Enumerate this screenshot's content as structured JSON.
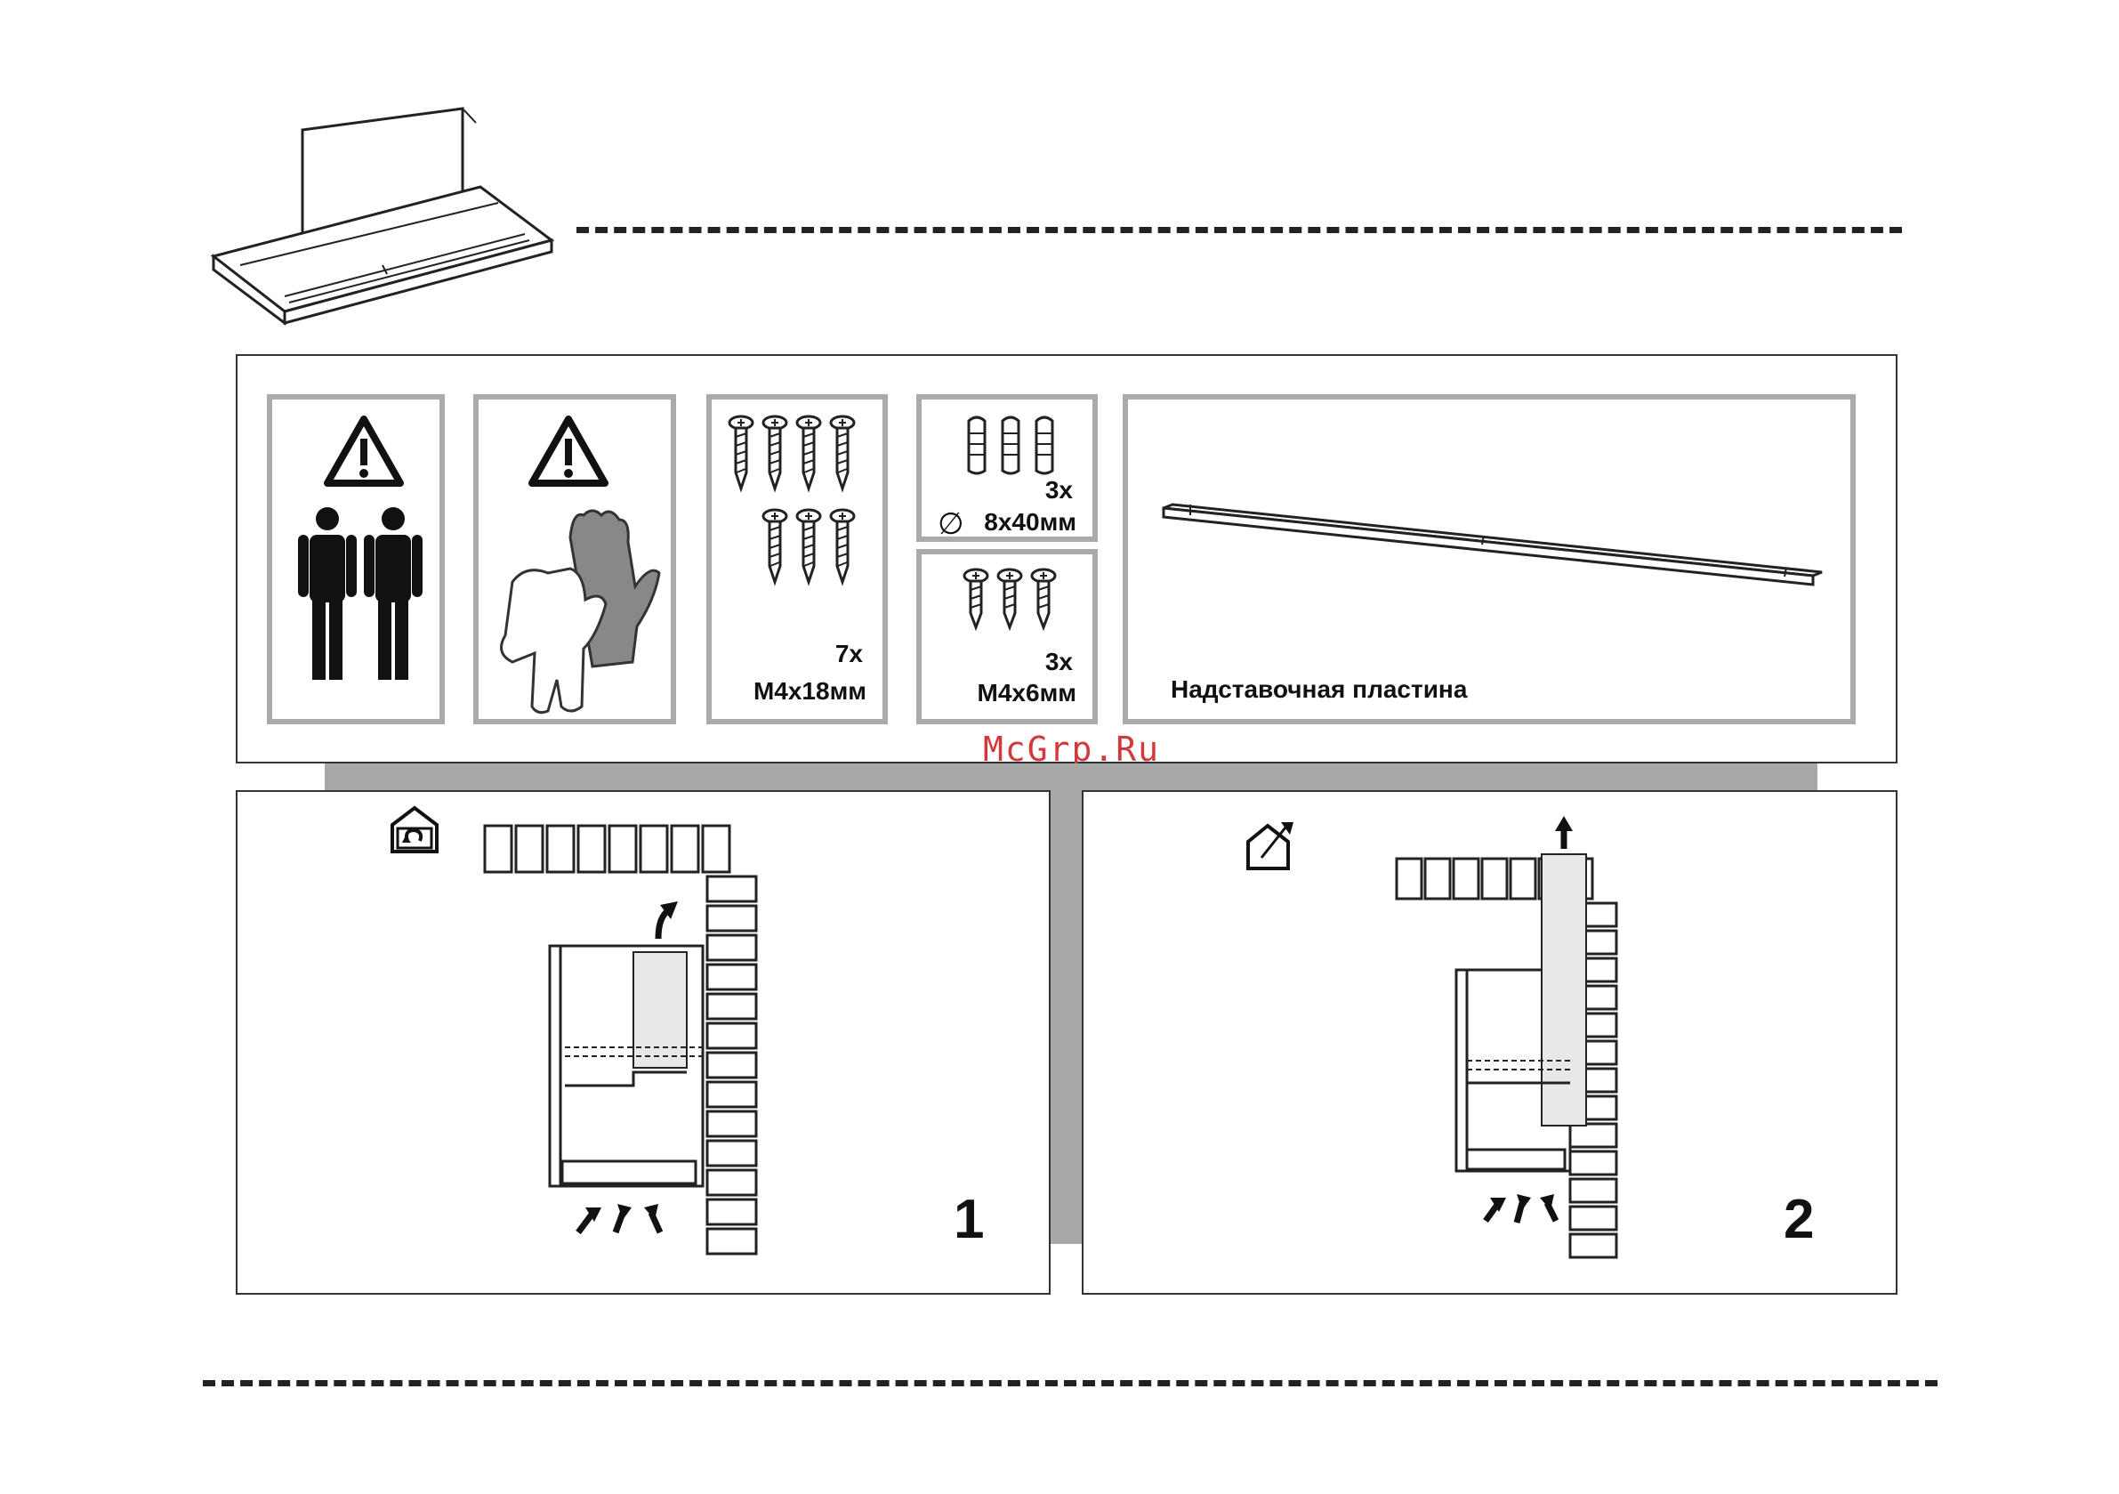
{
  "parts": {
    "screws_long": {
      "qty": "7x",
      "size": "M4x18мм"
    },
    "dowels": {
      "qty": "3x",
      "symbol": "∅",
      "size": "8x40мм"
    },
    "screws_short": {
      "qty": "3x",
      "size": "M4x6мм"
    },
    "plate": {
      "label": "Надставочная пластина"
    }
  },
  "watermark": "McGrp.Ru",
  "modes": [
    {
      "number": "1",
      "icon": "recirculation-icon"
    },
    {
      "number": "2",
      "icon": "extraction-icon"
    }
  ],
  "icons": [
    "warning-icon",
    "two-persons-icon",
    "gloves-icon",
    "screw-icon",
    "dowel-icon"
  ]
}
